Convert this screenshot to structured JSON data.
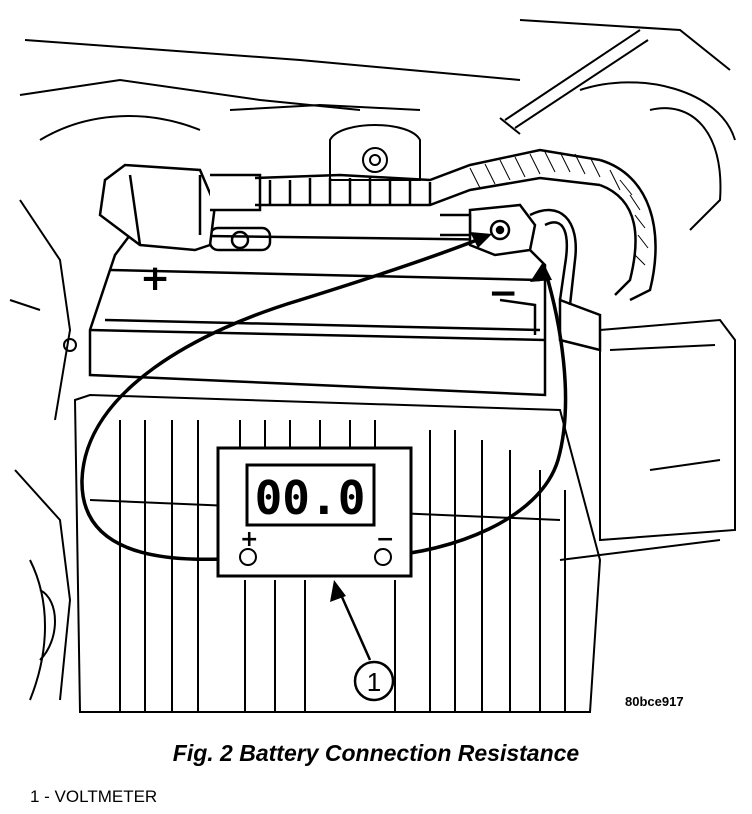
{
  "figure": {
    "reference_code": "80bce917",
    "display_reading": "00.0",
    "positive_terminal_symbol": "+",
    "negative_terminal_symbol": "−",
    "meter_positive_symbol": "+",
    "meter_negative_symbol": "−",
    "callout_number": "1"
  },
  "caption": "Fig. 2 Battery Connection Resistance",
  "legend": {
    "items": [
      "1 - VOLTMETER"
    ]
  }
}
